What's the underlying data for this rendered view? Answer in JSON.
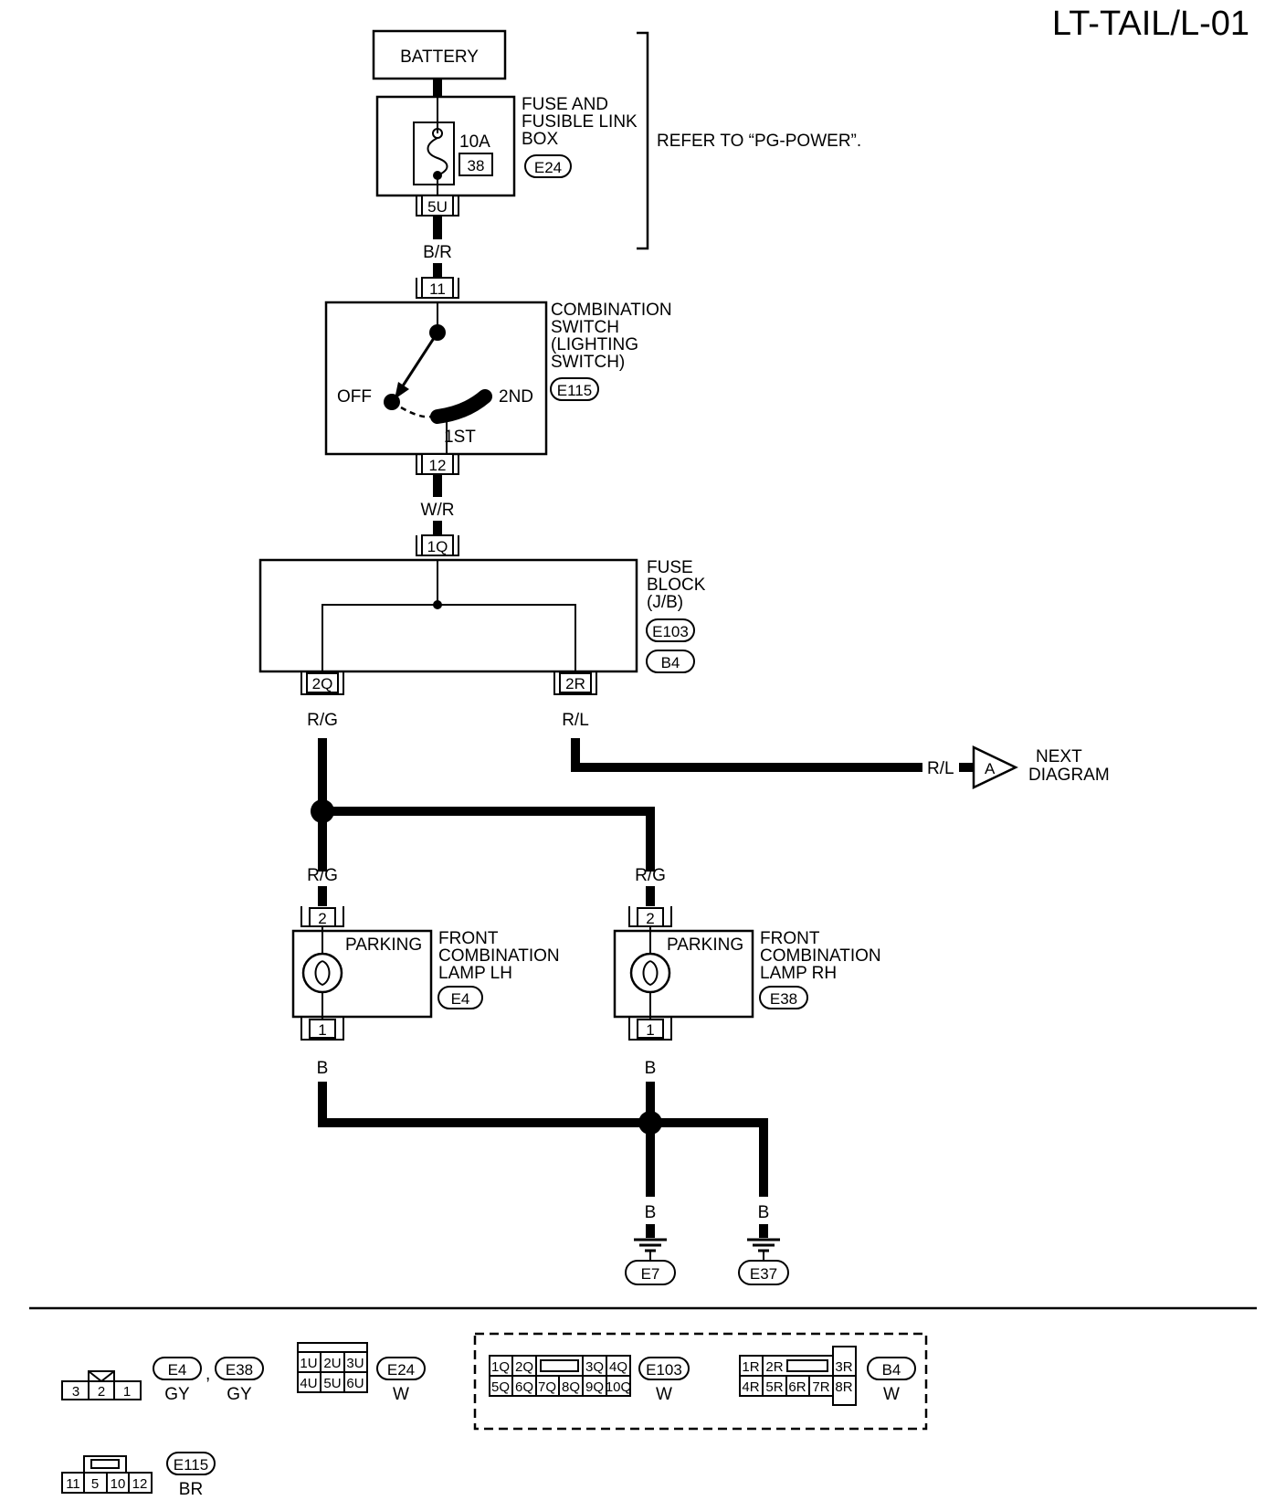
{
  "page_code": "LT-TAIL/L-01",
  "battery": {
    "label": "BATTERY"
  },
  "fuse_box": {
    "name_lines": [
      "FUSE AND",
      "FUSIBLE LINK",
      "BOX"
    ],
    "connector": "E24",
    "fuse_rating": "10A",
    "fuse_number": "38",
    "output_pin": "5U"
  },
  "refer_note": "REFER TO “PG-POWER”.",
  "wire_fuse_to_switch": "B/R",
  "combination_switch": {
    "name_lines": [
      "COMBINATION",
      "SWITCH",
      "(LIGHTING",
      "SWITCH)"
    ],
    "connector": "E115",
    "input_pin": "11",
    "output_pin": "12",
    "positions": {
      "off": "OFF",
      "first": "1ST",
      "second": "2ND"
    }
  },
  "wire_switch_to_block": "W/R",
  "fuse_block": {
    "name_lines": [
      "FUSE",
      "BLOCK",
      "(J/B)"
    ],
    "connectors": [
      "E103",
      "B4"
    ],
    "input_pin": "1Q",
    "output_pins": [
      "2Q",
      "2R"
    ]
  },
  "wires": {
    "rg": "R/G",
    "rl": "R/L",
    "b": "B"
  },
  "next_diagram": {
    "label_lines": [
      "NEXT",
      "DIAGRAM"
    ],
    "marker": "A",
    "wire": "R/L"
  },
  "lamp_lh": {
    "name_lines": [
      "FRONT",
      "COMBINATION",
      "LAMP LH"
    ],
    "connector": "E4",
    "inner_label": "PARKING",
    "pin_top": "2",
    "pin_bottom": "1"
  },
  "lamp_rh": {
    "name_lines": [
      "FRONT",
      "COMBINATION",
      "LAMP RH"
    ],
    "connector": "E38",
    "inner_label": "PARKING",
    "pin_top": "2",
    "pin_bottom": "1"
  },
  "grounds": [
    "E7",
    "E37"
  ],
  "connector_legend": {
    "lamp": {
      "pins": [
        "3",
        "2",
        "1"
      ],
      "codes": [
        "E4",
        "E38"
      ],
      "separator": ",",
      "colors": [
        "GY",
        "GY"
      ]
    },
    "fuse_box": {
      "row1": [
        "1U",
        "2U",
        "3U"
      ],
      "row2": [
        "4U",
        "5U",
        "6U"
      ],
      "code": "E24",
      "color": "W"
    },
    "fuse_block_e103": {
      "row1_left": [
        "1Q",
        "2Q"
      ],
      "row1_right": [
        "3Q",
        "4Q"
      ],
      "row2": [
        "5Q",
        "6Q",
        "7Q",
        "8Q",
        "9Q",
        "10Q"
      ],
      "code": "E103",
      "color": "W"
    },
    "fuse_block_b4": {
      "row1_left": [
        "1R",
        "2R"
      ],
      "row1_right": [
        "3R"
      ],
      "row2_left": [
        "4R",
        "5R",
        "6R",
        "7R"
      ],
      "row2_right": [
        "8R"
      ],
      "code": "B4",
      "color": "W"
    },
    "switch": {
      "pins": [
        "11",
        "5",
        "10",
        "12"
      ],
      "code": "E115",
      "color": "BR"
    }
  }
}
